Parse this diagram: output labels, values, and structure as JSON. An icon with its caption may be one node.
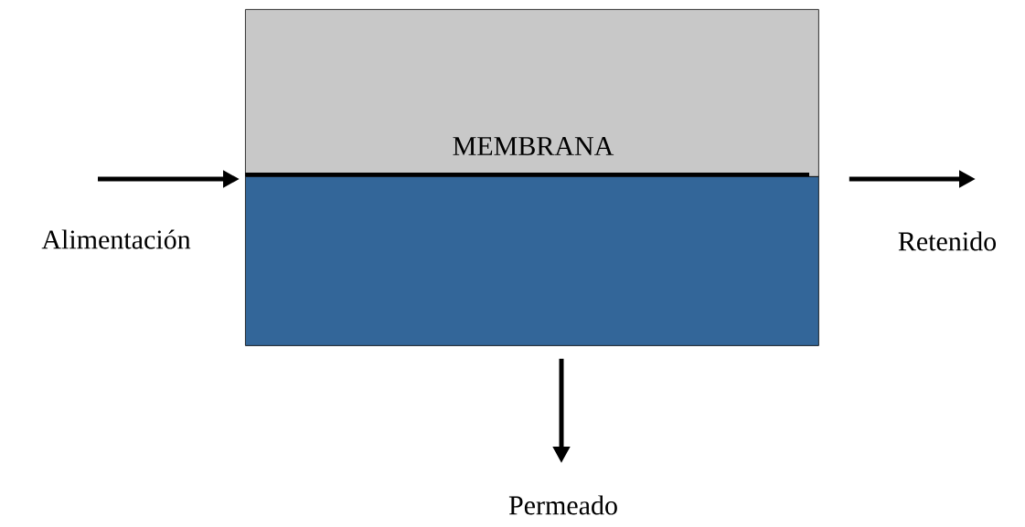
{
  "diagram": {
    "nodes": [
      {
        "text": [
          "MEMBRANA"
        ]
      },
      {
        "text": [],
        "shape": "box"
      }
    ],
    "edges": [
      {
        "from": null,
        "to": 1,
        "arrow": "to"
      },
      {
        "from": 1,
        "to": null,
        "arrow": "to"
      },
      {
        "from": 1,
        "to": null,
        "arrow": "to"
      }
    ],
    "labels": [
      "Alimentación",
      "Retenido",
      "Permeado"
    ]
  }
}
